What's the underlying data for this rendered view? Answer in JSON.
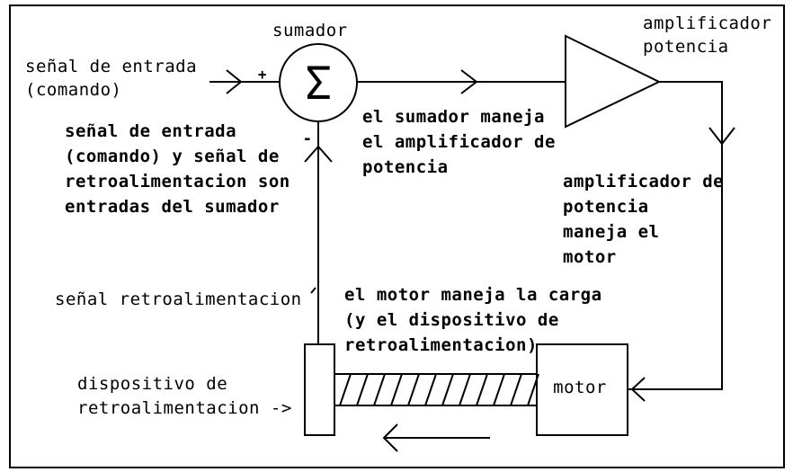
{
  "labels": {
    "sumador": "sumador",
    "amplificador_line1": "amplificador",
    "amplificador_line2": "potencia",
    "input_line1": "señal de entrada",
    "input_line2": "(comando)",
    "plus_sign": "+",
    "minus_sign": "-",
    "sigma": "Σ",
    "note_inputs": [
      "señal de entrada",
      "(comando) y señal de",
      "retroalimentacion son",
      "entradas del sumador"
    ],
    "note_sumador": [
      "el sumador maneja",
      "el amplificador de",
      "potencia"
    ],
    "note_amplificador": [
      "amplificador de",
      "potencia",
      "maneja el",
      "motor"
    ],
    "feedback_signal": "señal retroalimentacion",
    "note_motor": [
      "el motor maneja la carga",
      "(y el dispositivo de",
      "retroalimentacion)"
    ],
    "device_line1": "dispositivo de",
    "device_line2": "retroalimentacion ->",
    "motor": "motor"
  },
  "colors": {
    "stroke": "#000000",
    "background": "#ffffff"
  }
}
